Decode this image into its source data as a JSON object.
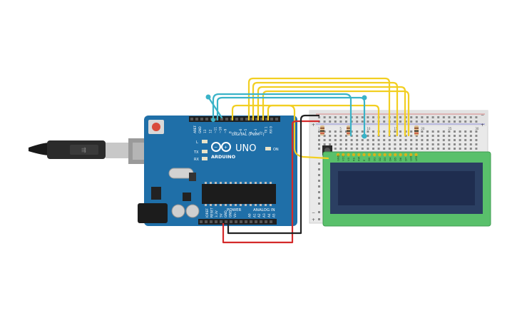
{
  "arduino": {
    "brand": "ARDUINO",
    "model": "UNO",
    "digital_label": "DIGITAL (PWM~)",
    "power_label": "POWER",
    "analog_label": "ANALOG IN",
    "on_label": "ON",
    "l_label": "L",
    "tx_label": "TX",
    "rx_label": "RX",
    "digital_pins": [
      "AREF",
      "GND",
      "13",
      "12",
      "~11",
      "~10",
      "~9",
      "8",
      "7",
      "~6",
      "~5",
      "4",
      "~3",
      "2",
      "TX 1",
      "RX 0"
    ],
    "power_pins": [
      "IOREF",
      "RESET",
      "3.3V",
      "5V",
      "GND",
      "GND",
      "Vin"
    ],
    "analog_pins": [
      "A0",
      "A1",
      "A2",
      "A3",
      "A4",
      "A5"
    ]
  },
  "breadboard": {
    "row_numbers": [
      "1",
      "5",
      "10",
      "15",
      "20",
      "25",
      "30"
    ],
    "rail_minus": "−",
    "rail_plus": "+"
  },
  "lcd": {
    "pin_labels": [
      "GND",
      "VCC",
      "V0",
      "RS",
      "RW",
      "E",
      "D0",
      "D1",
      "D2",
      "D3",
      "D4",
      "D5",
      "D6",
      "D7",
      "LED",
      "LED"
    ]
  },
  "colors": {
    "board": "#1f6fa8",
    "wire_yellow": "#f2cf22",
    "wire_blue": "#3ab3c8",
    "wire_red": "#d42a2a",
    "wire_black": "#222222",
    "lcd_pcb": "#59c06b",
    "lcd_screen": "#1f2d4f"
  }
}
